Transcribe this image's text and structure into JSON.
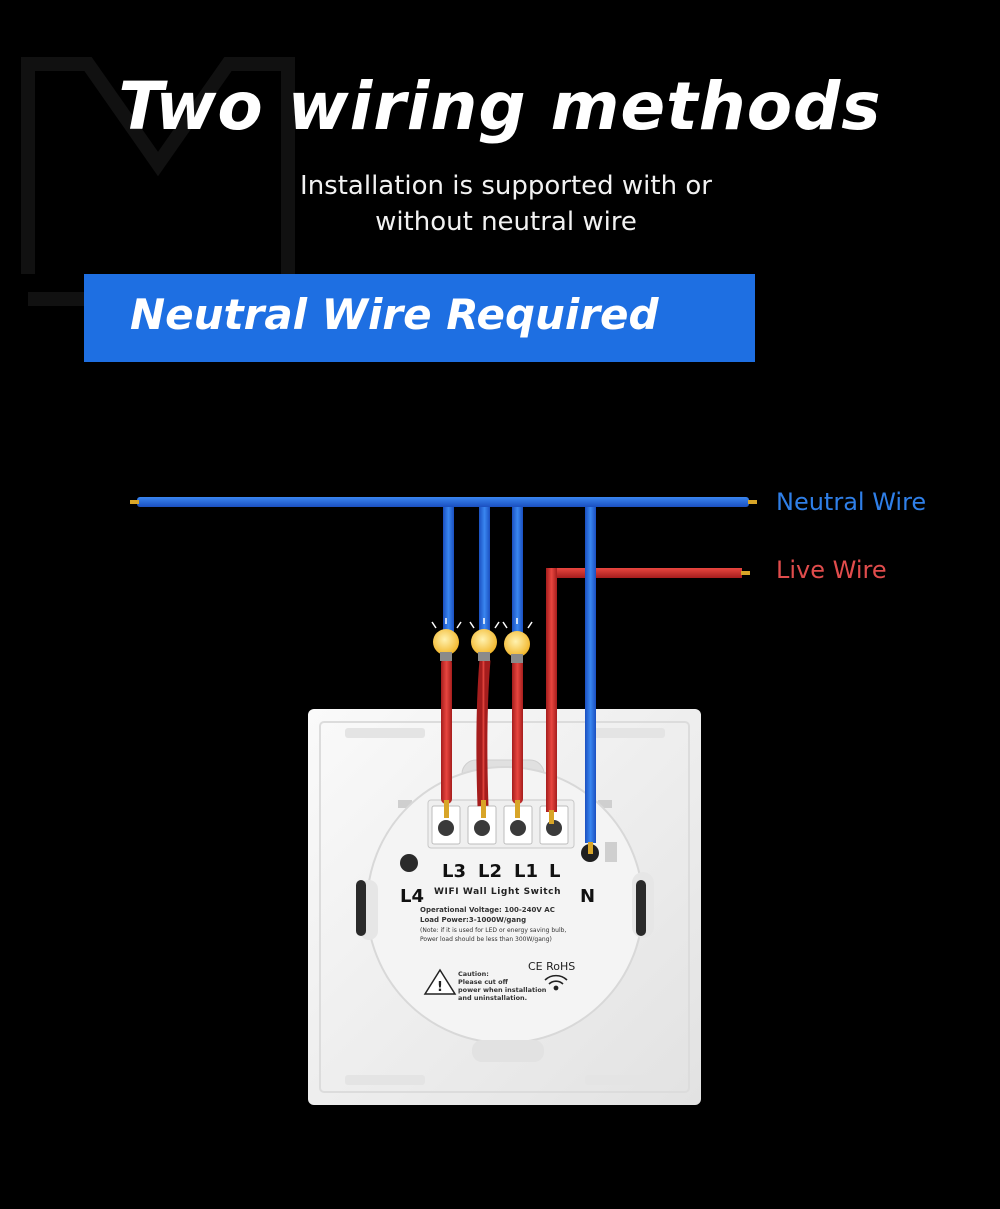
{
  "header": {
    "title": "Two wiring methods",
    "subtitle_line1": "Installation is supported with or",
    "subtitle_line2": "without neutral wire"
  },
  "banner": {
    "label": "Neutral Wire Required",
    "color": "#1e6fe2"
  },
  "wires": {
    "neutral_label": "Neutral Wire",
    "live_label": "Live Wire",
    "neutral_color": "#2f6fe0",
    "live_color": "#d8322c"
  },
  "switch": {
    "terminals": [
      "L3",
      "L2",
      "L1",
      "L",
      "L4",
      "N"
    ],
    "model_text": "WIFI Wall Light Switch",
    "spec_voltage": "Operational Voltage: 100-240V AC",
    "spec_load": "Load Power:3-1000W/gang",
    "spec_note1": "(Note: if it is used for LED or energy saving bulb,",
    "spec_note2": "Power load should be less than 300W/gang)",
    "cert": "CE RoHS",
    "caution1": "Caution:",
    "caution2": "Please cut off",
    "caution3": "power when installation",
    "caution4": "and uninstallation."
  }
}
